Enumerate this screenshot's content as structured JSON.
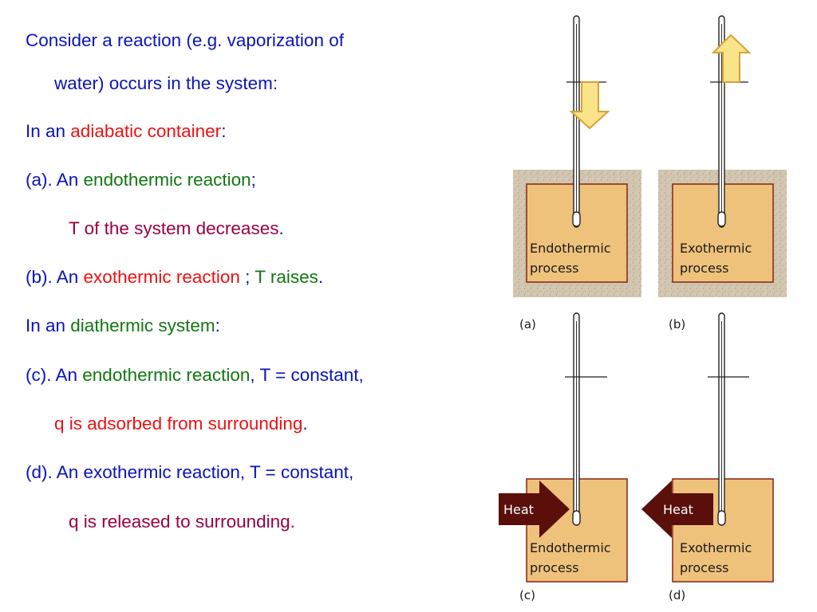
{
  "slide": {
    "lines": [
      [
        {
          "t": "Consider a reaction (e.g. vaporization of",
          "c": "blue"
        }
      ],
      [
        {
          "t": "water) occurs in the system:",
          "c": "blue"
        }
      ],
      [
        {
          "t": "In an ",
          "c": "blue"
        },
        {
          "t": "adiabatic container",
          "c": "red"
        },
        {
          "t": ":",
          "c": "blue"
        }
      ],
      [
        {
          "t": "(a). An ",
          "c": "blue"
        },
        {
          "t": "endothermic reaction",
          "c": "green"
        },
        {
          "t": ";",
          "c": "blue"
        }
      ],
      [
        {
          "t": "T of the system decreases",
          "c": "maroon"
        },
        {
          "t": ".",
          "c": "blue"
        }
      ],
      [
        {
          "t": "(b). An ",
          "c": "blue"
        },
        {
          "t": "exothermic reaction ",
          "c": "red"
        },
        {
          "t": "; ",
          "c": "blue"
        },
        {
          "t": "T raises",
          "c": "green"
        },
        {
          "t": ".",
          "c": "blue"
        }
      ],
      [
        {
          "t": "In an ",
          "c": "blue"
        },
        {
          "t": "diathermic system",
          "c": "green"
        },
        {
          "t": ":",
          "c": "blue"
        }
      ],
      [
        {
          "t": "(c). An ",
          "c": "blue"
        },
        {
          "t": "endothermic reaction",
          "c": "green"
        },
        {
          "t": ", T = constant,",
          "c": "blue"
        }
      ],
      [
        {
          "t": "q is adsorbed from surrounding",
          "c": "red"
        },
        {
          "t": ".",
          "c": "blue"
        }
      ],
      [
        {
          "t": "(d). An exothermic reaction, T = constant,",
          "c": "blue"
        }
      ],
      [
        {
          "t": "q is released to surrounding.",
          "c": "maroon"
        }
      ]
    ]
  },
  "figure": {
    "panels": [
      {
        "tag": "(a)",
        "label1": "Endothermic",
        "label2": "process",
        "arrow": "down"
      },
      {
        "tag": "(b)",
        "label1": "Exothermic",
        "label2": "process",
        "arrow": "up"
      },
      {
        "tag": "(c)",
        "label1": "Endothermic",
        "label2": "process",
        "heat": "Heat",
        "heat_dir": "in"
      },
      {
        "tag": "(d)",
        "label1": "Exothermic",
        "label2": "process",
        "heat": "Heat",
        "heat_dir": "out"
      }
    ],
    "colors": {
      "box_fill": "#efc27c",
      "box_stroke": "#8c2d1e",
      "insulation": "#d2c6b0",
      "arrow_fill": "#f9e48a",
      "arrow_stroke": "#d8a13a",
      "heat_fill": "#5a0f0a"
    }
  }
}
